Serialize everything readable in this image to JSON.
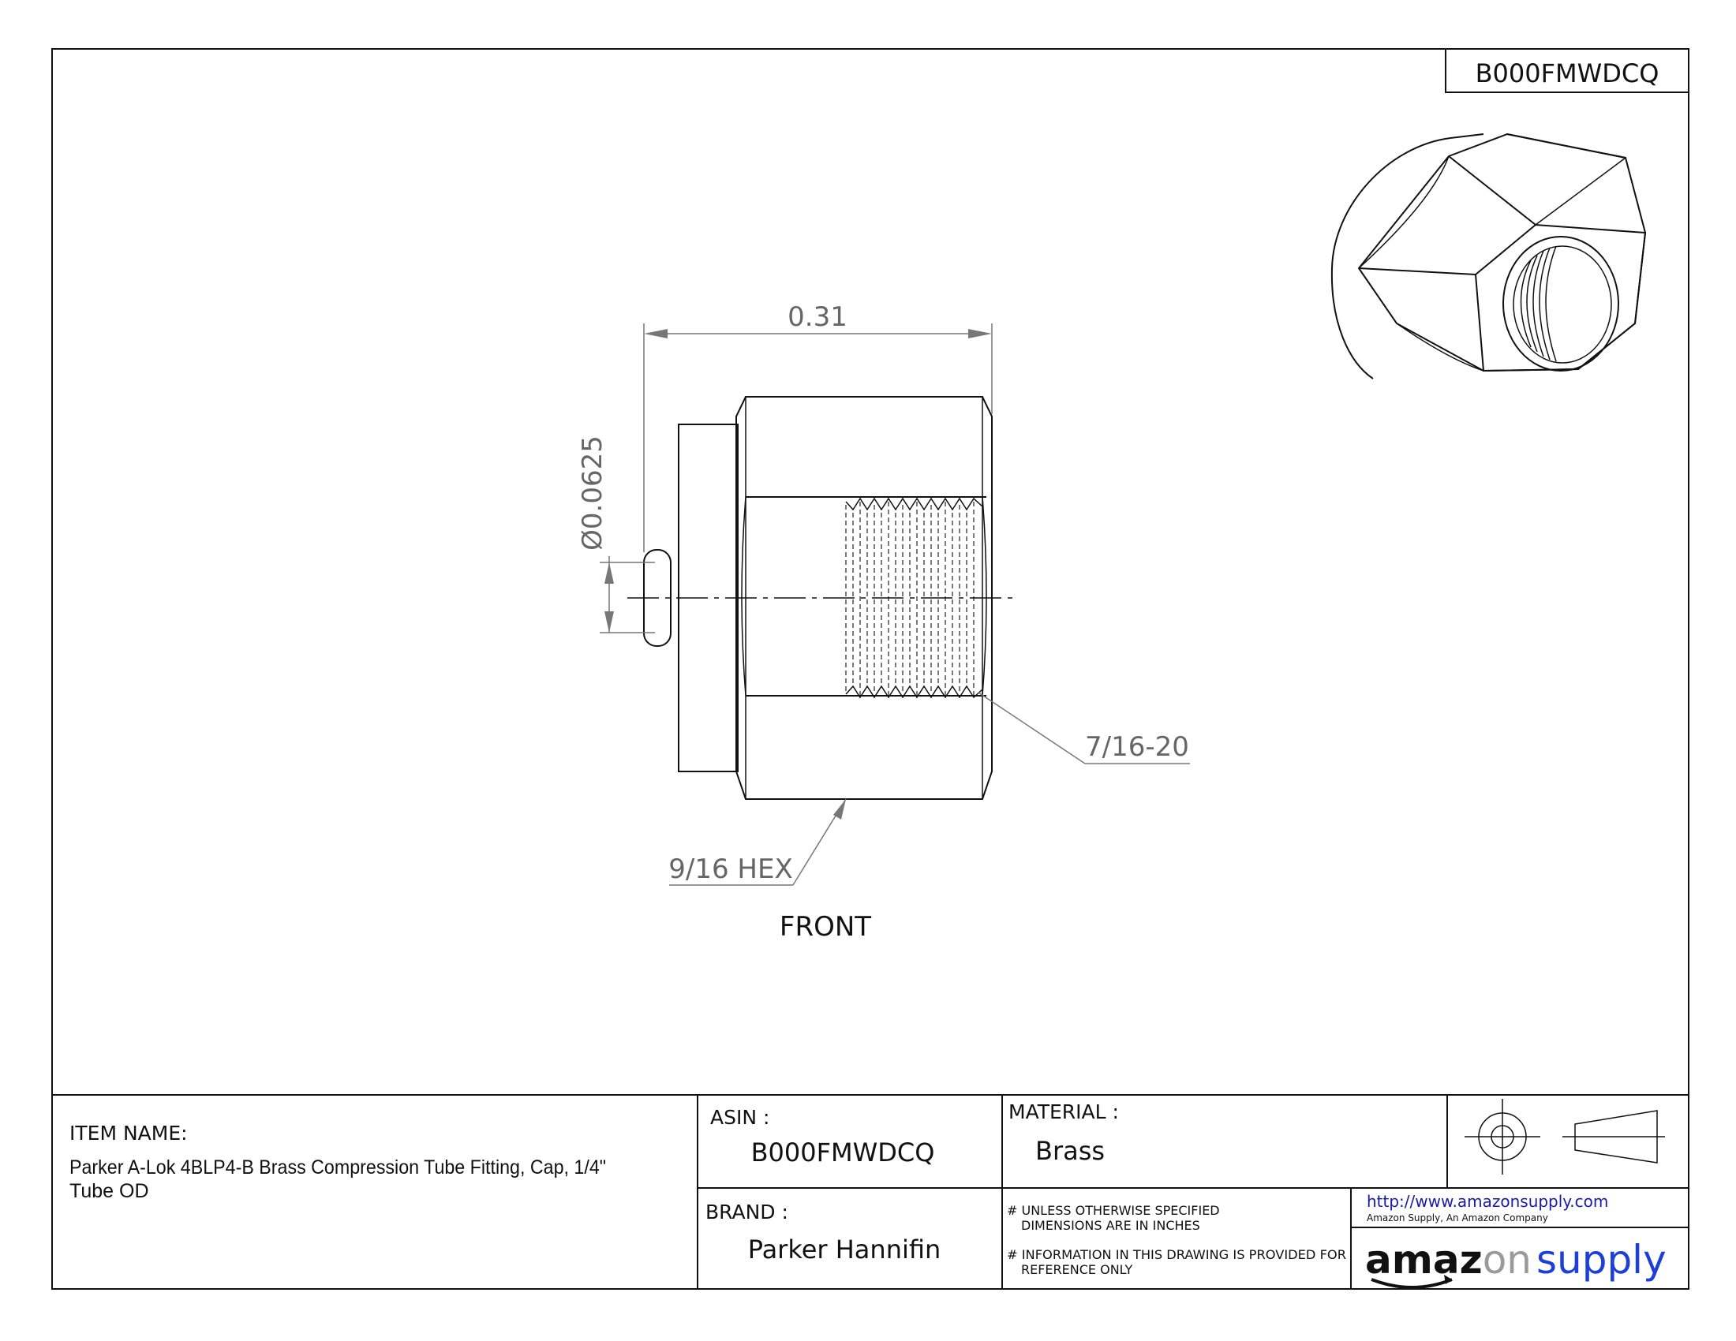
{
  "part_number_tag": "B000FMWDCQ",
  "drawing": {
    "dim_length": "0.31",
    "dim_diameter": "Ø0.0625",
    "thread_callout": "7/16-20",
    "hex_callout": "9/16 HEX",
    "view_label": "FRONT"
  },
  "title_block": {
    "item_name_label": "ITEM NAME:",
    "item_name_line1": "Parker A-Lok 4BLP4-B Brass Compression Tube Fitting, Cap, 1/4\"",
    "item_name_line2": "Tube OD",
    "asin_label": "ASIN :",
    "asin_value": "B000FMWDCQ",
    "material_label": "MATERIAL :",
    "material_value": "Brass",
    "brand_label": "BRAND :",
    "brand_value": "Parker Hannifin",
    "note1_line1": "# UNLESS OTHERWISE SPECIFIED",
    "note1_line2": "DIMENSIONS ARE IN INCHES",
    "note2_line1": "# INFORMATION IN THIS DRAWING IS PROVIDED FOR",
    "note2_line2": "REFERENCE ONLY",
    "url": "http://www.amazonsupply.com",
    "company_tagline": "Amazon Supply, An Amazon Company",
    "logo_part1": "amaz",
    "logo_part2": "on",
    "logo_part3": "supply"
  },
  "colors": {
    "line": "#111111",
    "dimension": "#666666",
    "url_blue": "#1a1aa6",
    "logo_blue": "#1c3fd8",
    "logo_gray": "#9a9a9a"
  }
}
